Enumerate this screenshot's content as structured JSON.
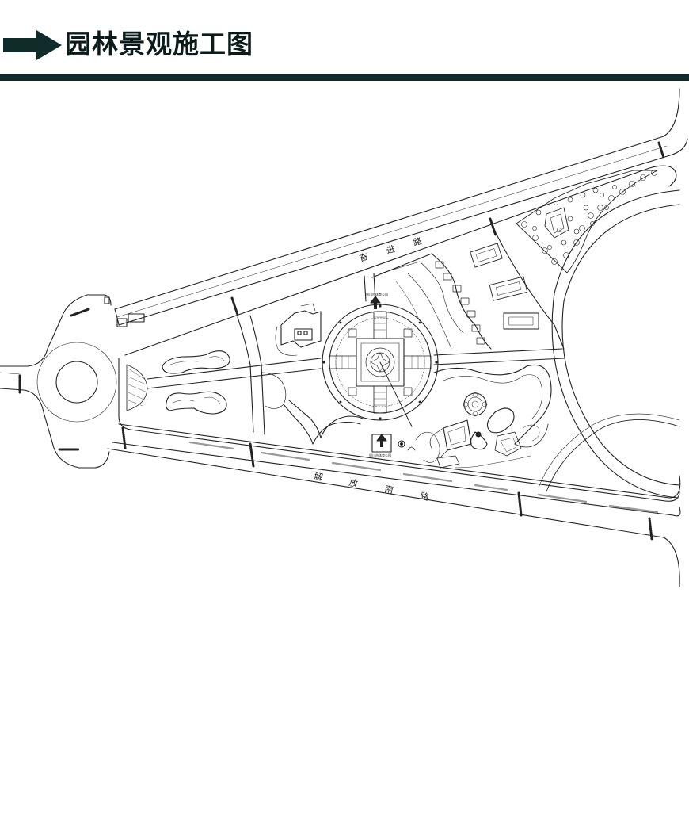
{
  "header": {
    "title": "园林景观施工图",
    "arrow_icon": "right-arrow-icon",
    "accent_color": "#0f2b2a"
  },
  "plan": {
    "roads": {
      "north_chars": [
        "奋",
        "进",
        "路"
      ],
      "south_chars": [
        "解",
        "放",
        "南",
        "路"
      ]
    },
    "signs": {
      "plaza_sign": "银川市体育公园",
      "south_sign": "银川市体育公园"
    }
  }
}
